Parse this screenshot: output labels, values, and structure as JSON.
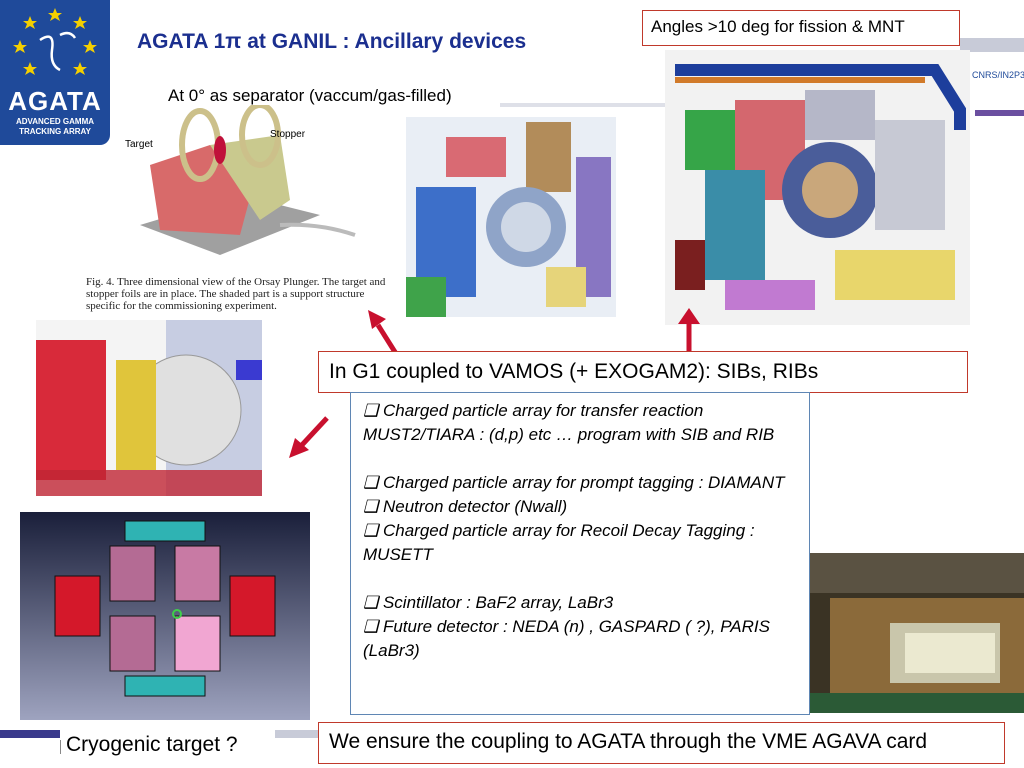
{
  "logo": {
    "word": "AGATA",
    "line1": "ADVANCED GAMMA",
    "line2": "TRACKING ARRAY"
  },
  "header": {
    "title": "AGATA 1π at GANIL : Ancillary devices",
    "subtitle": "At 0° as separator (vaccum/gas-filled)",
    "angles_note": "Angles >10 deg for fission & MNT",
    "org": "CNRS/IN2P3"
  },
  "plunger": {
    "label_target": "Target",
    "label_stopper": "Stopper",
    "caption": "Fig. 4. Three dimensional view of the Orsay Plunger. The target and stopper foils are in place. The shaded part is a support structure specific for the commissioning experiment."
  },
  "g1_box": "In G1 coupled to VAMOS (+ EXOGAM2): SIBs, RIBs",
  "list": [
    "Charged particle array for transfer reaction MUST2/TIARA : (d,p) etc … program with SIB and RIB",
    "Charged particle array for prompt tagging : DIAMANT",
    "Neutron detector (Nwall)",
    "Charged particle array for Recoil Decay Tagging : MUSETT",
    "Scintillator : BaF2 array, LaBr3",
    "Future detector : NEDA (n) , GASPARD ( ?), PARIS (LaBr3)"
  ],
  "footer": {
    "cryo": "Cryogenic target ?",
    "vme": "We ensure the coupling to AGATA through the VME AGAVA card"
  },
  "colors": {
    "title_blue": "#1b2f8f",
    "logo_blue": "#1f4a9a",
    "box_border_red": "#c0392b",
    "list_border_blue": "#5f86b4",
    "arrow_red": "#c8102e"
  }
}
